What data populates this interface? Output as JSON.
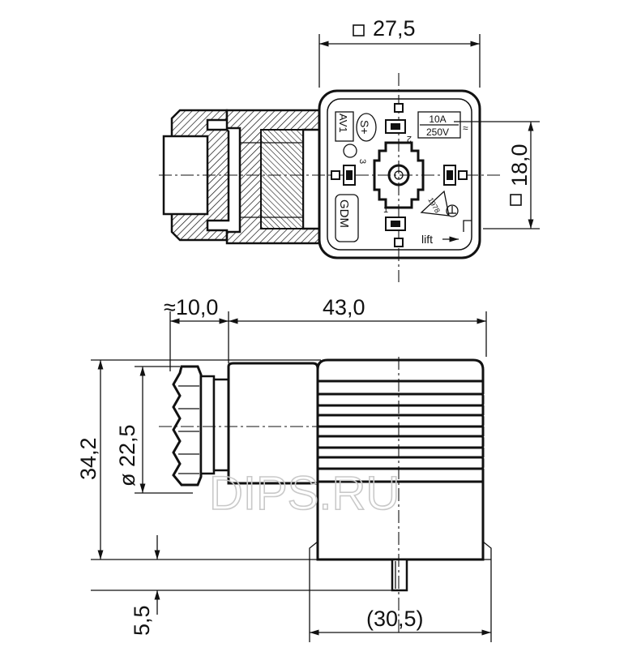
{
  "dimensions": {
    "top_width": "27,5",
    "top_height": "18,0",
    "cable_length": "≈10,0",
    "body_length": "43,0",
    "diameter": "ø 22,5",
    "height": "34,2",
    "pin_length": "5,5",
    "bottom_width": "(30,5)"
  },
  "labels": {
    "rating_current": "10A",
    "rating_voltage": "250V",
    "ac_symbol": "≈",
    "code_av": "AV1",
    "brand": "GDM",
    "lift": "lift",
    "pin_1": "1",
    "pin_2": "2",
    "pin_3": "3",
    "year": "1978"
  },
  "watermark": "DIPS.RU"
}
